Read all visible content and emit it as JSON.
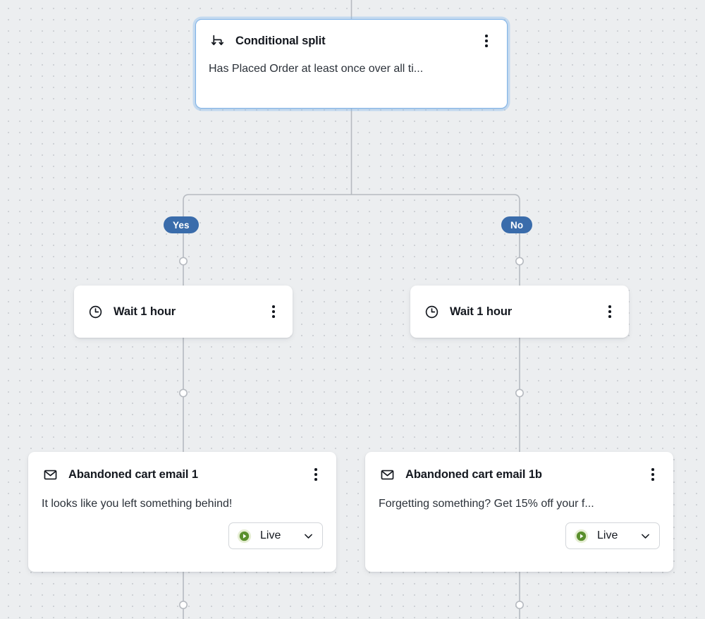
{
  "canvas": {
    "background_color": "#eceef0",
    "dot_color": "#cfd2d6",
    "connector_color": "#b6bac0"
  },
  "nodes": {
    "split": {
      "icon": "conditional-split-icon",
      "title": "Conditional split",
      "description": "Has Placed Order at least once over all ti...",
      "selected": true,
      "selection_color": "#7fb3e8",
      "menu_icon": "kebab-menu-icon"
    },
    "wait_yes": {
      "icon": "clock-icon",
      "title": "Wait 1 hour",
      "menu_icon": "kebab-menu-icon"
    },
    "wait_no": {
      "icon": "clock-icon",
      "title": "Wait 1 hour",
      "menu_icon": "kebab-menu-icon"
    },
    "email_1": {
      "icon": "envelope-icon",
      "title": "Abandoned cart email 1",
      "description": "It looks like you left something behind!",
      "menu_icon": "kebab-menu-icon",
      "status": {
        "icon": "play-circle-icon",
        "label": "Live",
        "chevron": "chevron-down-icon",
        "color": "#5a8f2c"
      }
    },
    "email_1b": {
      "icon": "envelope-icon",
      "title": "Abandoned cart email 1b",
      "description": "Forgetting something? Get 15% off your f...",
      "menu_icon": "kebab-menu-icon",
      "status": {
        "icon": "play-circle-icon",
        "label": "Live",
        "chevron": "chevron-down-icon",
        "color": "#5a8f2c"
      }
    }
  },
  "branches": [
    {
      "label": "Yes",
      "color": "#3a6cab"
    },
    {
      "label": "No",
      "color": "#3a6cab"
    }
  ]
}
